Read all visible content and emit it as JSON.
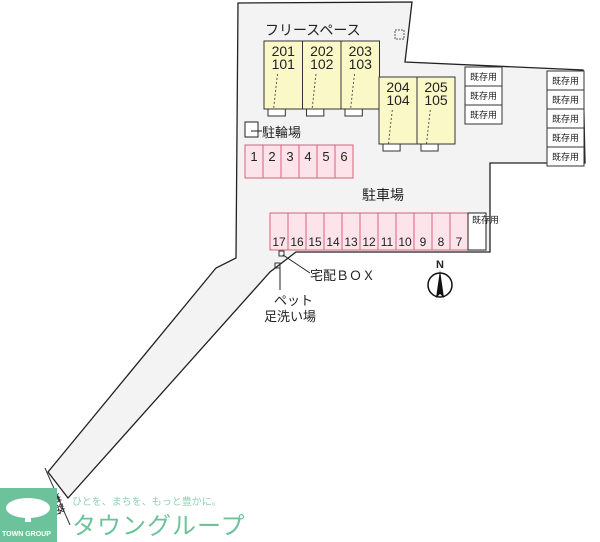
{
  "labels": {
    "free_space": "フリースペース",
    "bicycle_parking": "駐輪場",
    "parking": "駐車場",
    "delivery_box": "宅配ＢＯＸ",
    "pet_wash_line1": "ペット",
    "pet_wash_line2": "足洗い場",
    "north": "N",
    "road": "道路",
    "existing": "既存用"
  },
  "units_row1": [
    {
      "upper": "201",
      "lower": "101"
    },
    {
      "upper": "202",
      "lower": "102"
    },
    {
      "upper": "203",
      "lower": "103"
    }
  ],
  "units_row2": [
    {
      "upper": "204",
      "lower": "104"
    },
    {
      "upper": "205",
      "lower": "105"
    }
  ],
  "parking_top": [
    "1",
    "2",
    "3",
    "4",
    "5",
    "6"
  ],
  "parking_bottom": [
    "17",
    "16",
    "15",
    "14",
    "13",
    "12",
    "11",
    "10",
    "9",
    "8",
    "7"
  ],
  "colors": {
    "unit_fill": "#fbf8c8",
    "parking_fill": "#fde3ea",
    "parking_stroke": "#d9607a",
    "ground": "#f3f3f3",
    "brand": "#6cc39b"
  },
  "logo": {
    "name": "TOWN GROUP",
    "tagline": "ひとを、まちを、もっと豊かに。",
    "brand": "タウングループ"
  }
}
